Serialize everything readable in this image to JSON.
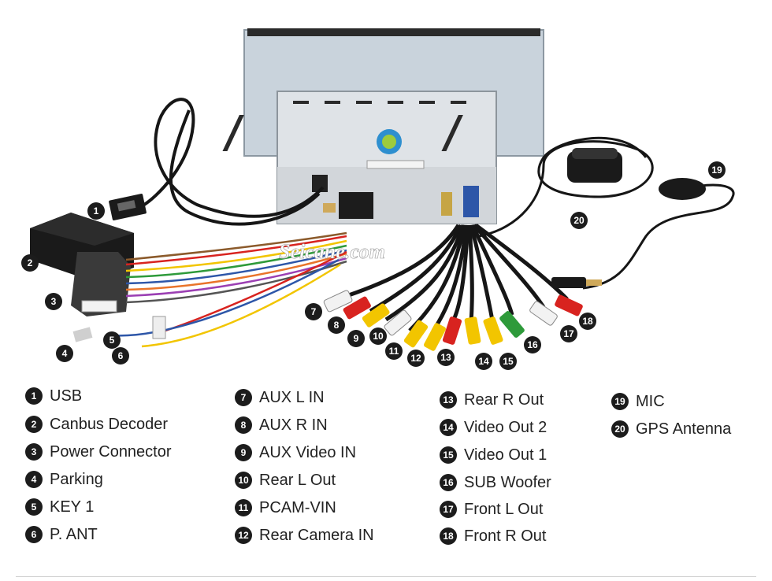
{
  "watermark": "Seicane.com",
  "callouts": [
    "1",
    "2",
    "3",
    "4",
    "5",
    "6",
    "7",
    "8",
    "9",
    "10",
    "11",
    "12",
    "13",
    "14",
    "15",
    "16",
    "17",
    "18",
    "19",
    "20"
  ],
  "legend": [
    {
      "num": "1",
      "label": "USB"
    },
    {
      "num": "2",
      "label": "Canbus Decoder"
    },
    {
      "num": "3",
      "label": "Power Connector"
    },
    {
      "num": "4",
      "label": "Parking"
    },
    {
      "num": "5",
      "label": "KEY 1"
    },
    {
      "num": "6",
      "label": "P. ANT"
    },
    {
      "num": "7",
      "label": "AUX L IN"
    },
    {
      "num": "8",
      "label": "AUX R IN"
    },
    {
      "num": "9",
      "label": "AUX Video IN"
    },
    {
      "num": "10",
      "label": "Rear L Out"
    },
    {
      "num": "11",
      "label": "PCAM-VIN"
    },
    {
      "num": "12",
      "label": "Rear Camera IN"
    },
    {
      "num": "13",
      "label": "Rear R Out"
    },
    {
      "num": "14",
      "label": "Video Out 2"
    },
    {
      "num": "15",
      "label": "Video Out 1"
    },
    {
      "num": "16",
      "label": "SUB Woofer"
    },
    {
      "num": "17",
      "label": "Front L Out"
    },
    {
      "num": "18",
      "label": "Front R Out"
    },
    {
      "num": "19",
      "label": "MIC"
    },
    {
      "num": "20",
      "label": "GPS Antenna"
    }
  ],
  "colors": {
    "unit_back": "#c9d3dc",
    "chassis": "#dfe3e7",
    "badge": "#1c1c1c",
    "rca_red": "#d8231f",
    "rca_white": "#f2f2f2",
    "rca_yellow": "#f2c500",
    "rca_green": "#2e9a3a",
    "cable": "#161616"
  }
}
